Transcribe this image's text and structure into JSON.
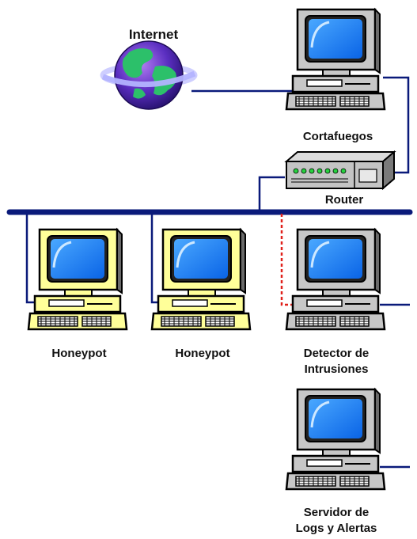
{
  "diagram": {
    "colors": {
      "line": "#0a1a7a",
      "dashed_link": "#e0201a",
      "monitor_gray": "#c7c7c7",
      "monitor_yellow": "#ffff99",
      "screen": "#1580ff"
    },
    "nodes": {
      "internet": {
        "label": "Internet",
        "icon": "globe-icon"
      },
      "firewall": {
        "label": "Cortafuegos",
        "icon": "computer-icon"
      },
      "router": {
        "label": "Router",
        "icon": "router-icon"
      },
      "honeypot1": {
        "label": "Honeypot",
        "icon": "computer-icon"
      },
      "honeypot2": {
        "label": "Honeypot",
        "icon": "computer-icon"
      },
      "ids": {
        "label_line1": "Detector de",
        "label_line2": "Intrusiones",
        "icon": "computer-icon"
      },
      "log_server": {
        "label_line1": "Servidor de",
        "label_line2": "Logs y Alertas",
        "icon": "computer-icon"
      }
    }
  }
}
